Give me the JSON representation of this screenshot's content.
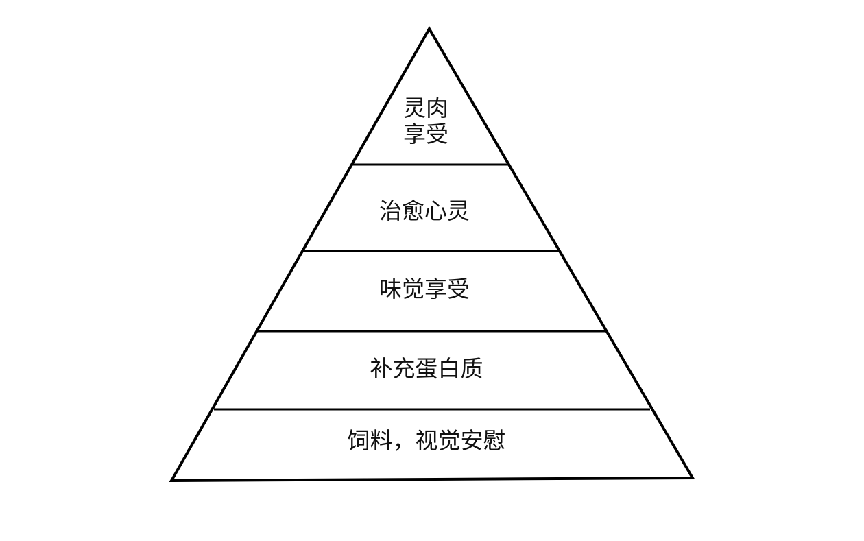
{
  "pyramid": {
    "tiers": [
      {
        "lines": [
          "灵肉",
          "享受"
        ]
      },
      {
        "lines": [
          "治愈心灵"
        ]
      },
      {
        "lines": [
          "味觉享受"
        ]
      },
      {
        "lines": [
          "补充蛋白质"
        ]
      },
      {
        "lines": [
          "饲料，视觉安慰"
        ]
      }
    ],
    "colors": {
      "stroke": "#000000",
      "fill": "#ffffff",
      "text": "#111111"
    }
  }
}
